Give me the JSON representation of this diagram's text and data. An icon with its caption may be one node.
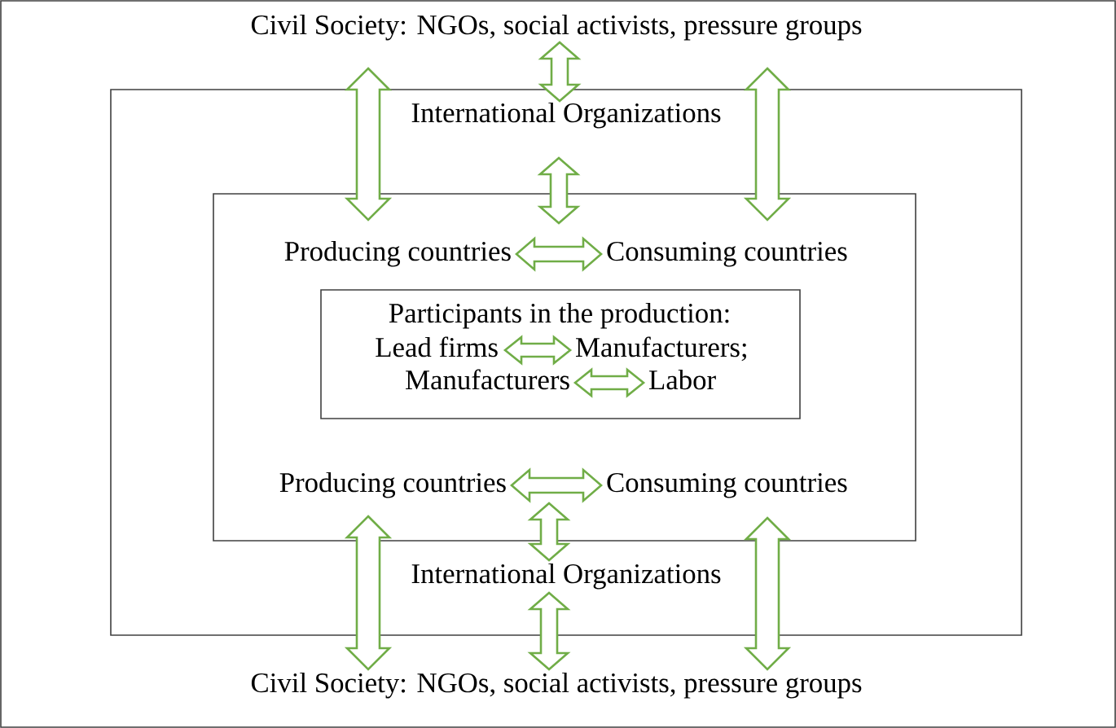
{
  "diagram": {
    "nodes": [
      {
        "text": [
          "Civil Society: NGOs, social activists, pressure groups"
        ]
      },
      {
        "text": [],
        "shape": "box"
      },
      {
        "text": [
          "International Organizations"
        ],
        "in": 1
      },
      {
        "text": [],
        "shape": "box",
        "in": 1
      },
      {
        "text": [
          "Producing countries"
        ],
        "in": 3
      },
      {
        "text": [
          "Consuming countries"
        ],
        "in": 3
      },
      {
        "text": [
          "Participants in the production:"
        ],
        "in": 3
      },
      {
        "text": [
          "Lead firms"
        ],
        "in": 6
      },
      {
        "text": [
          "Manufacturers;"
        ],
        "in": 6
      },
      {
        "text": [
          "Manufacturers"
        ],
        "in": 6
      },
      {
        "text": [
          "Labor"
        ],
        "in": 6
      },
      {
        "text": [
          "Producing countries"
        ],
        "in": 3
      },
      {
        "text": [
          "Consuming countries"
        ],
        "in": 3
      },
      {
        "text": [
          "International Organizations"
        ],
        "in": 1
      },
      {
        "text": [
          "Civil Society: NGOs, social activists, pressure groups"
        ]
      }
    ],
    "edges": [
      {
        "from": 0,
        "to": 2,
        "arrow": "both"
      },
      {
        "from": 0,
        "to": 4,
        "arrow": "both"
      },
      {
        "from": 0,
        "to": 5,
        "arrow": "both"
      },
      {
        "from": 2,
        "to": 3,
        "arrow": "both"
      },
      {
        "from": 4,
        "to": 5,
        "arrow": "both"
      },
      {
        "from": 7,
        "to": 8,
        "arrow": "both"
      },
      {
        "from": 9,
        "to": 10,
        "arrow": "both"
      },
      {
        "from": 11,
        "to": 12,
        "arrow": "both"
      },
      {
        "from": 3,
        "to": 13,
        "arrow": "both"
      },
      {
        "from": 11,
        "to": 14,
        "arrow": "both"
      },
      {
        "from": 12,
        "to": 14,
        "arrow": "both"
      },
      {
        "from": 13,
        "to": 14,
        "arrow": "both"
      }
    ]
  }
}
